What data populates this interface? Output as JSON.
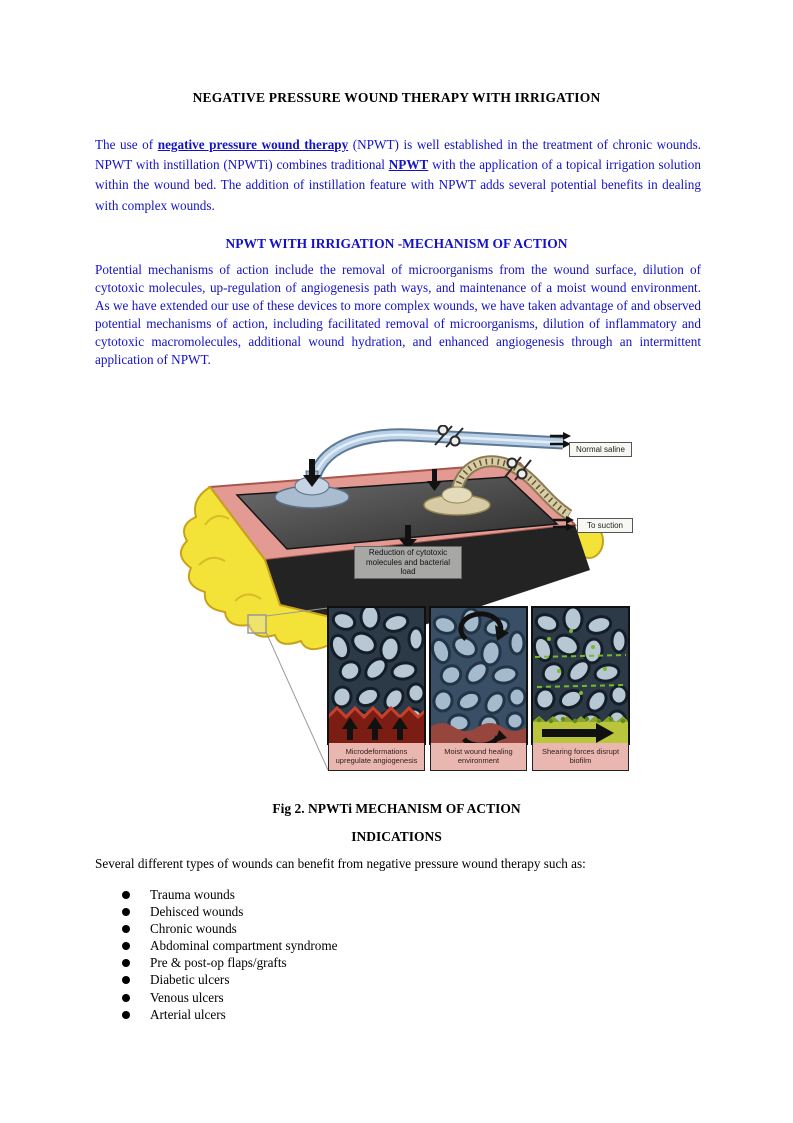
{
  "document": {
    "title": "NEGATIVE PRESSURE WOUND THERAPY WITH IRRIGATION"
  },
  "intro": {
    "text_before_link1": "The use of ",
    "link1": "negative pressure wound therapy",
    "text_mid": " (NPWT) is well established in the treatment of chronic wounds.  NPWT with instillation (NPWTi) combines traditional ",
    "link2": "NPWT",
    "text_after": " with the application of a topical irrigation solution  within the wound bed. The addition of instillation feature with NPWT adds several potential benefits in dealing with  complex wounds."
  },
  "mechanism": {
    "heading": "NPWT WITH IRRIGATION -MECHANISM OF ACTION",
    "body": "Potential mechanisms of action include the removal of microorganisms from the wound surface, dilution of cytotoxic molecules, up-regulation of angiogenesis path ways, and maintenance of a moist wound environment. As we have extended our use of these devices to more complex wounds, we have taken advantage of and observed potential mechanisms of action, including facilitated removal of microorganisms, dilution of inflammatory and cytotoxic macromolecules, additional wound hydration, and enhanced angiogenesis through an intermittent application of NPWT."
  },
  "figure": {
    "caption": "Fig 2. NPWTi MECHANISM OF ACTION",
    "labels": {
      "normal_saline": "Normal saline",
      "to_suction": "To suction",
      "reduction": "Reduction of cytotoxic molecules and bacterial load",
      "panel_1": "Microdeformations upregulate angiogenesis",
      "panel_2": "Moist wound healing environment",
      "panel_3": "Shearing forces disrupt biofilm"
    }
  },
  "indications": {
    "heading": "INDICATIONS",
    "lead": "Several different types of wounds can benefit from negative pressure wound therapy such  as:",
    "items": [
      "Trauma wounds",
      "Dehisced wounds",
      "Chronic wounds",
      "Abdominal compartment syndrome",
      "Pre & post-op flaps/grafts",
      "Diabetic ulcers",
      "Venous ulcers",
      "Arterial ulcers"
    ]
  },
  "colors": {
    "text_blue": "#1412c8",
    "fat_yellow": "#f3e339",
    "skin_pink": "#e39a92",
    "foam_dark": "#2c3947",
    "panel_label_pink": "#e9b6b0"
  }
}
